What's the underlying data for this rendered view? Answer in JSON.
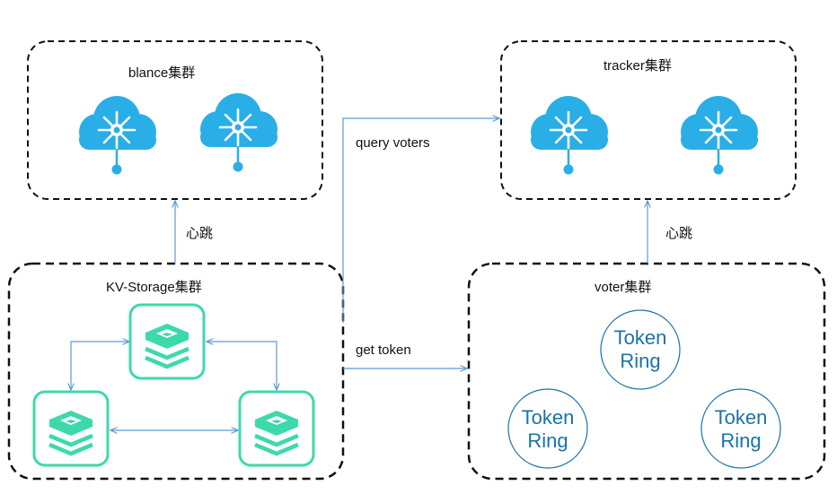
{
  "clusters": {
    "balance": {
      "title": "blance集群"
    },
    "tracker": {
      "title": "tracker集群"
    },
    "kv": {
      "title": "KV-Storage集群"
    },
    "voter": {
      "title": "voter集群"
    }
  },
  "edges": {
    "heartbeat_left": "心跳",
    "heartbeat_right": "心跳",
    "query_voters": "query voters",
    "get_token": "get token"
  },
  "tokens": [
    {
      "line1": "Token",
      "line2": "Ring"
    },
    {
      "line1": "Token",
      "line2": "Ring"
    },
    {
      "line1": "Token",
      "line2": "Ring"
    }
  ],
  "icons": {
    "cloud": "cloud-hub-icon",
    "storage": "storage-stack-icon"
  },
  "colors": {
    "cloud": "#29aee8",
    "storage": "#3dd9ac",
    "arrow": "#5b9bd5",
    "token": "#1a73a8",
    "border": "#111111"
  }
}
